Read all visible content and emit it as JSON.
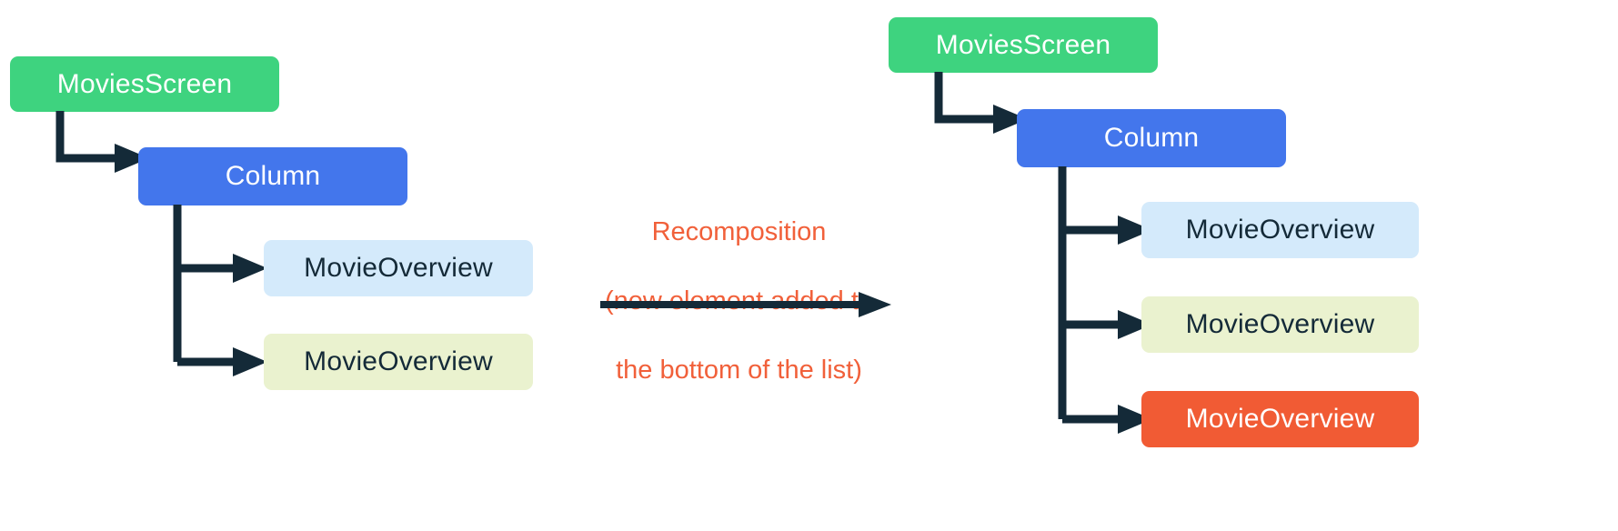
{
  "diagram": {
    "title_text": "",
    "colors": {
      "screen_node": "#3ed37f",
      "column_node": "#4376ec",
      "item_unchanged_a": "#d4eafb",
      "item_unchanged_b": "#eaf2cf",
      "item_new": "#f15b34",
      "connector": "#142a38",
      "caption": "#f1603a",
      "background": "#ffffff"
    },
    "caption": {
      "line1": "Recomposition",
      "line2": "(new element added to",
      "line3": "the bottom of the list)",
      "full": "Recomposition\n(new element added to\nthe bottom of the list)"
    },
    "before": {
      "root": "MoviesScreen",
      "container": "Column",
      "children": [
        {
          "label": "MovieOverview",
          "variant": "lightblue"
        },
        {
          "label": "MovieOverview",
          "variant": "lime"
        }
      ]
    },
    "after": {
      "root": "MoviesScreen",
      "container": "Column",
      "children": [
        {
          "label": "MovieOverview",
          "variant": "lightblue"
        },
        {
          "label": "MovieOverview",
          "variant": "lime"
        },
        {
          "label": "MovieOverview",
          "variant": "orange"
        }
      ]
    },
    "transition_arrow": "right-arrow"
  }
}
